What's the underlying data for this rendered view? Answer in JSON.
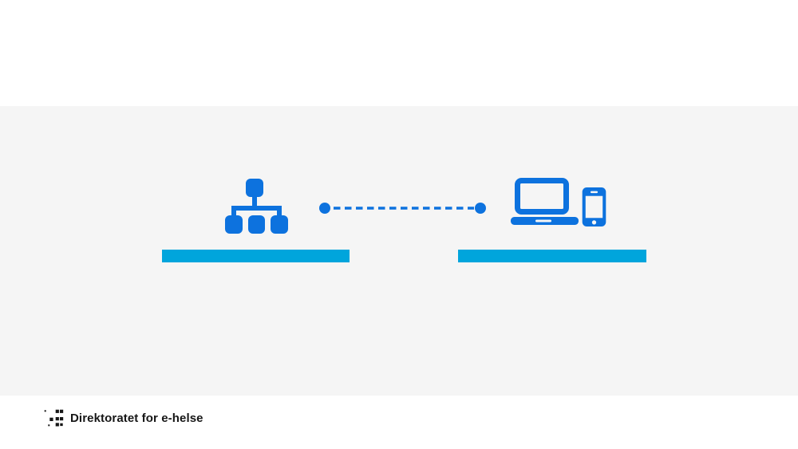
{
  "slide": {
    "top_band_color": "#ffffff",
    "stage_color": "#f5f5f5",
    "bottom_band_color": "#ffffff"
  },
  "diagram": {
    "icon_color": "#0d72de",
    "bar_color": "#00a5dc",
    "left_node": {
      "icon": "org-hierarchy-icon",
      "label_bar": "blank-cyan-bar"
    },
    "right_node": {
      "icons": [
        "laptop-icon",
        "smartphone-icon"
      ],
      "label_bar": "blank-cyan-bar"
    },
    "connector": {
      "style": "dashed-line",
      "endpoints": "filled-dots"
    }
  },
  "footer": {
    "logo_mark": "ehelse-dot-grid",
    "logo_text": "Direktoratet for e-helse",
    "logo_color": "#161616"
  }
}
